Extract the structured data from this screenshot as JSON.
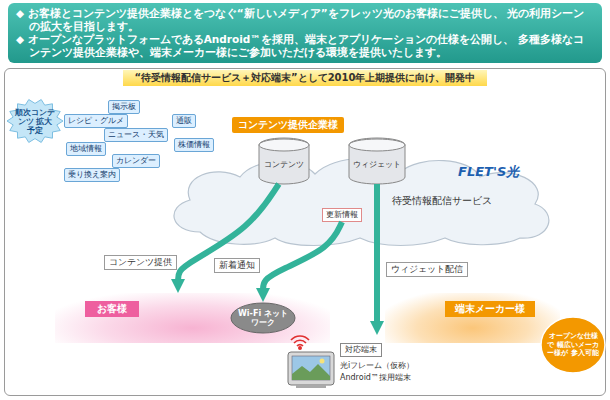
{
  "diagram": {
    "nodes": [
      {
        "text": [
          "◆ お客様とコンテンツ提供企業様とをつなぐ“新しいメディア”をフレッツ光のお客様にご提供し、 光の利用シーンの拡大を目指します。",
          "◆ オープンなプラットフォームであるAndroid™を採用、端末とアプリケーションの仕様を公開し、 多種多様なコンテンツ提供企業様や、端末メーカー様にご参加いただける環境を提供いたします。"
        ]
      },
      {
        "text": [
          "“待受情報配信サービス＋対応端末”として2010年上期提供に向け、開発中"
        ]
      },
      {
        "text": [
          "順次コンテンツ 拡大予定"
        ],
        "in": 1
      },
      {
        "text": [
          "掲示板"
        ],
        "in": 1
      },
      {
        "text": [
          "通販"
        ],
        "in": 1
      },
      {
        "text": [
          "レシピ・グルメ"
        ],
        "in": 1
      },
      {
        "text": [
          "ニュース・天気"
        ],
        "in": 1
      },
      {
        "text": [
          "地域情報"
        ],
        "in": 1
      },
      {
        "text": [
          "株価情報"
        ],
        "in": 1
      },
      {
        "text": [
          "カレンダー"
        ],
        "in": 1
      },
      {
        "text": [
          "乗り換え案内"
        ],
        "in": 1
      },
      {
        "text": [
          "コンテンツ提供企業様"
        ],
        "in": 1
      },
      {
        "text": [
          "FLET'S光",
          "待受情報配信サービス"
        ],
        "in": 1
      },
      {
        "text": [
          "コンテンツ"
        ],
        "in": 1
      },
      {
        "text": [
          "ウィジェット"
        ],
        "in": 1
      },
      {
        "text": [
          "更新情報"
        ],
        "in": 12
      },
      {
        "text": [
          "お客様"
        ],
        "in": 1
      },
      {
        "text": [
          "端末メーカー様"
        ],
        "in": 1
      },
      {
        "text": [
          "Wi-Fi ネットワーク"
        ],
        "in": 1
      },
      {
        "text": [
          "対応端末",
          "光iフレーム（仮称）",
          "Android™採用端末"
        ],
        "in": 1
      },
      {
        "text": [
          "オープンな仕様で 幅広いメーカー様が 参入可能"
        ],
        "in": 1
      }
    ],
    "edges": [
      {
        "from": 13,
        "to": 16,
        "label": "コンテンツ提供",
        "arrow": "to"
      },
      {
        "from": 15,
        "to": 18,
        "label": "新着通知",
        "arrow": "to"
      },
      {
        "from": 14,
        "to": 19,
        "label": "ウィジェット配信",
        "arrow": "to"
      }
    ]
  }
}
